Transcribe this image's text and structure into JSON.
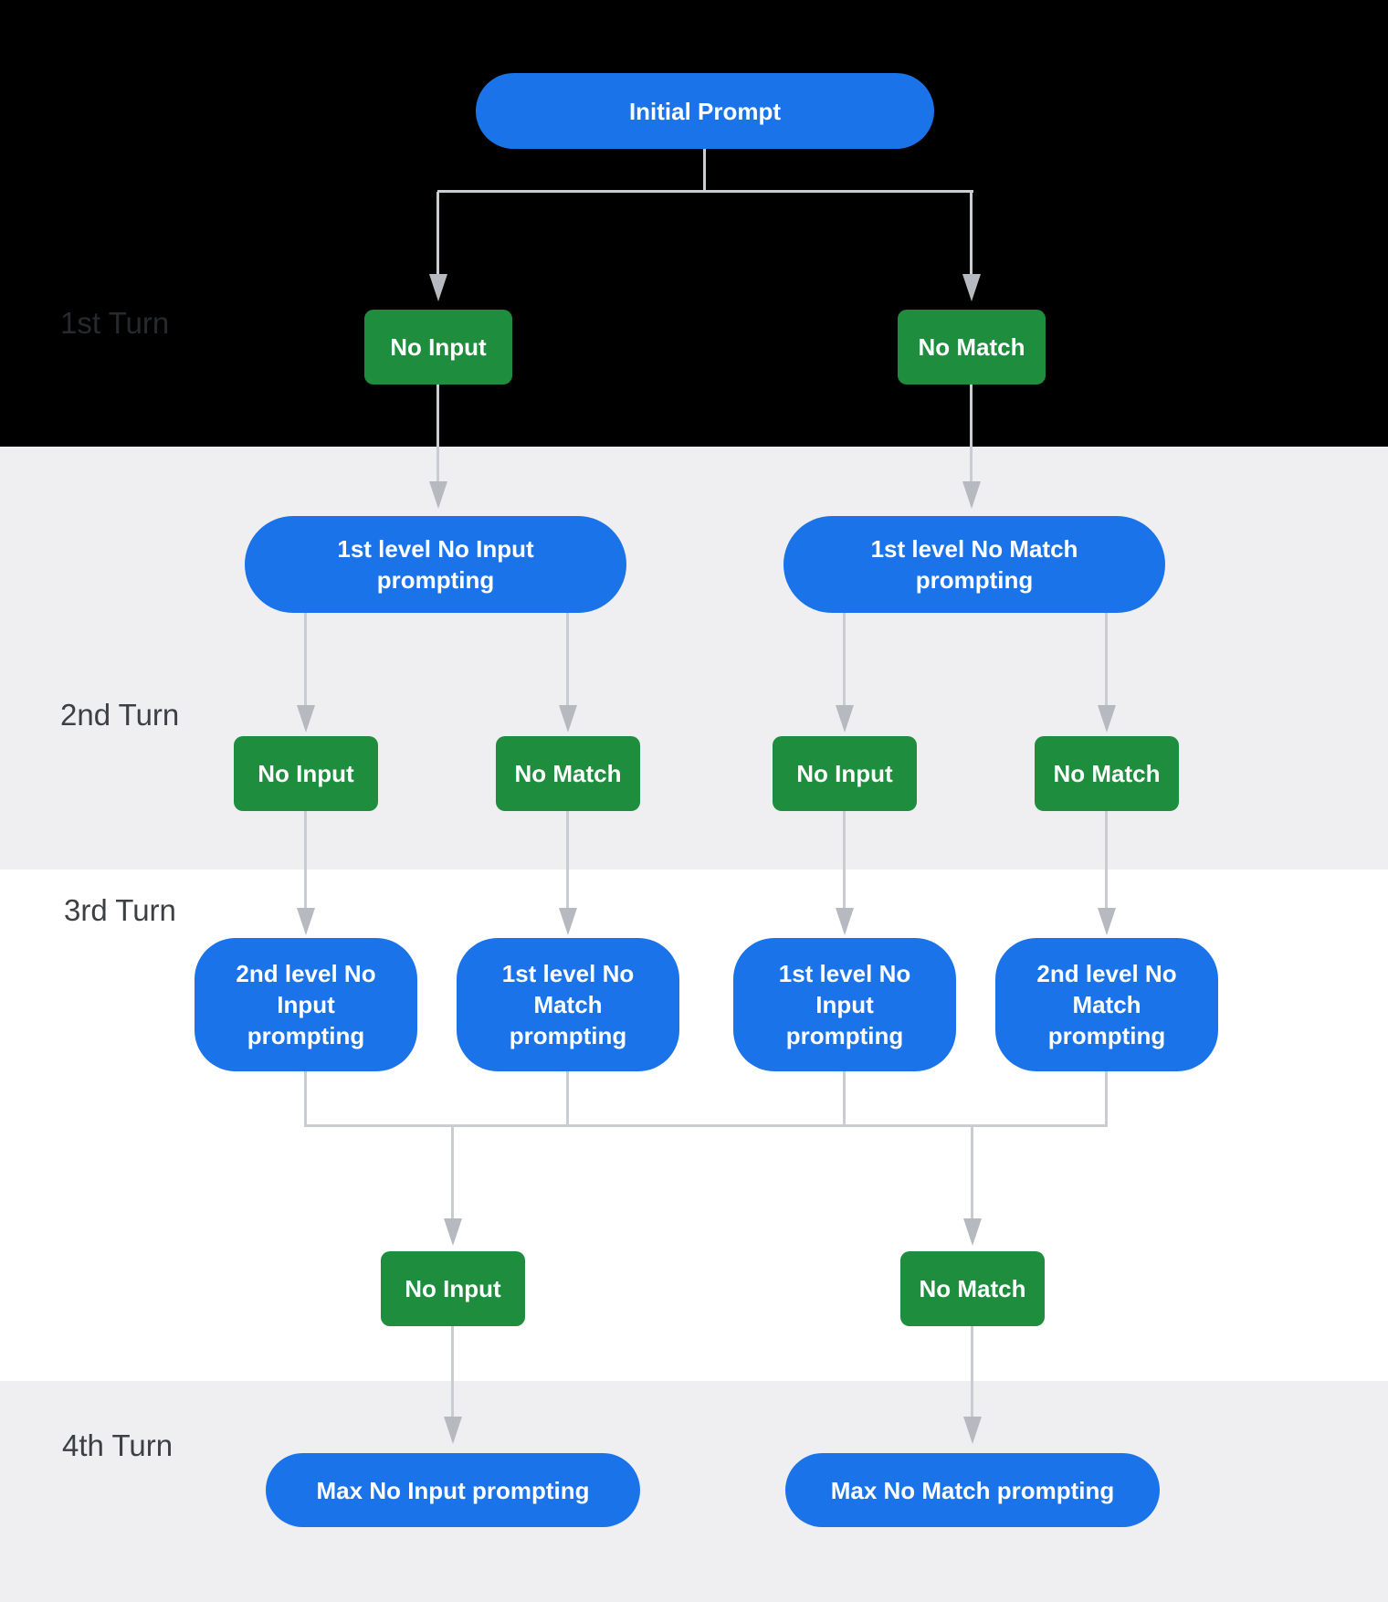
{
  "turn_labels": {
    "t1": "1st Turn",
    "t2": "2nd Turn",
    "t3": "3rd Turn",
    "t4": "4th Turn"
  },
  "nodes": {
    "initial_prompt": "Initial Prompt",
    "turn1_left": "No Input",
    "turn1_right": "No Match",
    "level1_no_input": "1st level No Input prompting",
    "level1_no_match": "1st level No Match prompting",
    "turn2_1": "No Input",
    "turn2_2": "No Match",
    "turn2_3": "No Input",
    "turn2_4": "No Match",
    "turn3_1": "2nd level No Input prompting",
    "turn3_2": "1st level No Match prompting",
    "turn3_3": "1st level No Input prompting",
    "turn3_4": "2nd level No Match prompting",
    "turn4_left": "No Input",
    "turn4_right": "No Match",
    "max_no_input": "Max No Input prompting",
    "max_no_match": "Max No Match prompting"
  },
  "colors": {
    "node_blue": "#1a73e8",
    "node_green": "#1e8e3e",
    "connector_line": "#c9ccd0",
    "arrowhead": "#b6bac0",
    "band_dark": "#000000",
    "band_gray": "#efeff1",
    "band_white": "#ffffff",
    "label_text": "#3c4043",
    "label_text_on_dark": "#26292d",
    "node_text": "#ffffff"
  }
}
